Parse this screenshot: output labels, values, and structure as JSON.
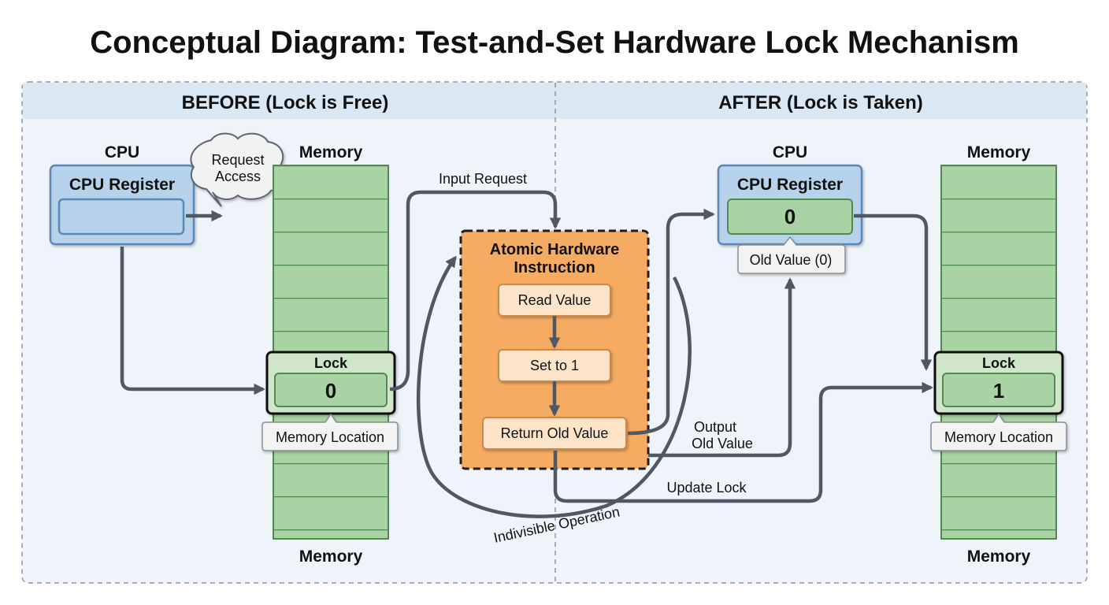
{
  "title": "Conceptual Diagram: Test-and-Set Hardware Lock Mechanism",
  "before": {
    "header": "BEFORE (Lock is Free)",
    "cpu_label": "CPU",
    "register_label": "CPU Register",
    "bubble_line1": "Request",
    "bubble_line2": "Access",
    "memory_top_label": "Memory",
    "memory_bottom_label": "Memory",
    "lock_label": "Lock",
    "lock_value": "0",
    "memory_location": "Memory Location"
  },
  "after": {
    "header": "AFTER (Lock is Taken)",
    "cpu_label": "CPU",
    "register_label": "CPU Register",
    "register_value": "0",
    "old_value_tag": "Old Value (0)",
    "memory_top_label": "Memory",
    "memory_bottom_label": "Memory",
    "lock_label": "Lock",
    "lock_value": "1",
    "memory_location": "Memory Location"
  },
  "atomic": {
    "title_line1": "Atomic Hardware",
    "title_line2": "Instruction",
    "steps": [
      "Read Value",
      "Set to 1",
      "Return Old Value"
    ]
  },
  "flow_labels": {
    "input_request": "Input Request",
    "output_line1": "Output",
    "output_line2": "Old Value",
    "update_lock": "Update Lock",
    "indivisible": "Indivisible Operation"
  },
  "colors": {
    "panel_bg": "#eef4fa",
    "panel_header_bg": "#dae8f4",
    "panel_border": "#8c96a3",
    "cpu_fill": "#b7d3ec",
    "cpu_stroke": "#5b88b8",
    "memory_fill": "#a9d3a4",
    "memory_stroke": "#4f8a4f",
    "lock_fill": "#cfe6cb",
    "atomic_fill": "#f6ab62",
    "atomic_stroke": "#1d1d1d",
    "step_fill": "#fde4c8",
    "step_stroke": "#c98a4c",
    "arrow": "#4f5863",
    "text": "#111111"
  }
}
